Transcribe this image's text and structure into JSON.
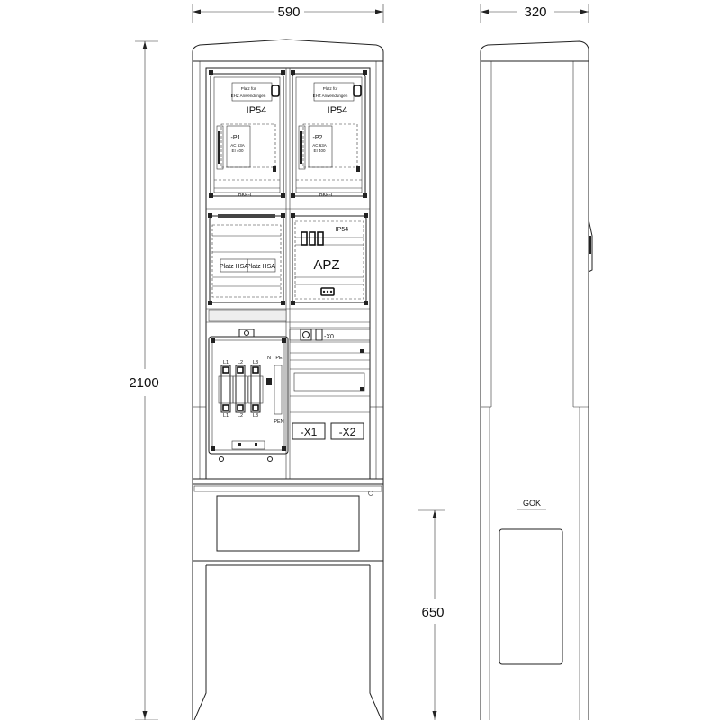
{
  "dimensions": {
    "front_width": "590",
    "side_width": "320",
    "total_height": "2100",
    "base_height": "650"
  },
  "meter_panels": [
    {
      "placeholder_line1": "Platz für",
      "placeholder_line2": "EHZ Anwendungen",
      "ip_rating": "IP54",
      "meter_label": "-P1",
      "meter_spec1": "AC 63A",
      "meter_spec2": "EI 400",
      "bke_label": "BKE-I"
    },
    {
      "placeholder_line1": "Platz für",
      "placeholder_line2": "EHZ Anwendungen",
      "ip_rating": "IP54",
      "meter_label": "-P2",
      "meter_spec1": "AC 63A",
      "meter_spec2": "EI 400",
      "bke_label": "BKE-I"
    }
  ],
  "hsa_panel": {
    "slot1": "Platz HSA",
    "slot2": "Platz HSA"
  },
  "apz_panel": {
    "ip_rating": "IP54",
    "label": "APZ"
  },
  "terminal_x0": "-X0",
  "terminal_x1": "-X1",
  "terminal_x2": "-X2",
  "fuse_box": {
    "top_labels": [
      "L1",
      "L2",
      "L3"
    ],
    "bottom_labels": [
      "L1",
      "L2",
      "L3"
    ],
    "neutral_label": "N",
    "pe_label": "PE",
    "pen_label": "PEN"
  },
  "side_view": {
    "gok_label": "GOK"
  }
}
